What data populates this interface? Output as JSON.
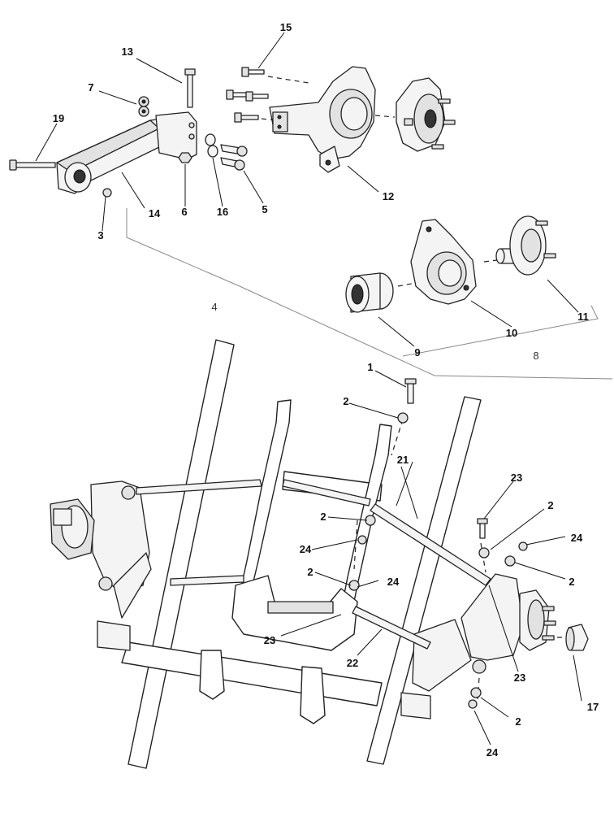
{
  "callouts": [
    {
      "id": "c1",
      "text": "1"
    },
    {
      "id": "c2a",
      "text": "2"
    },
    {
      "id": "c2b",
      "text": "2"
    },
    {
      "id": "c2c",
      "text": "2"
    },
    {
      "id": "c2d",
      "text": "2"
    },
    {
      "id": "c2e",
      "text": "2"
    },
    {
      "id": "c2f",
      "text": "2"
    },
    {
      "id": "c3",
      "text": "3"
    },
    {
      "id": "c4",
      "text": "4"
    },
    {
      "id": "c5",
      "text": "5"
    },
    {
      "id": "c6",
      "text": "6"
    },
    {
      "id": "c7",
      "text": "7"
    },
    {
      "id": "c8",
      "text": "8"
    },
    {
      "id": "c9",
      "text": "9"
    },
    {
      "id": "c10",
      "text": "10"
    },
    {
      "id": "c11",
      "text": "11"
    },
    {
      "id": "c12",
      "text": "12"
    },
    {
      "id": "c13",
      "text": "13"
    },
    {
      "id": "c14",
      "text": "14"
    },
    {
      "id": "c15",
      "text": "15"
    },
    {
      "id": "c16",
      "text": "16"
    },
    {
      "id": "c17",
      "text": "17"
    },
    {
      "id": "c19",
      "text": "19"
    },
    {
      "id": "c21",
      "text": "21"
    },
    {
      "id": "c22",
      "text": "22"
    },
    {
      "id": "c23a",
      "text": "23"
    },
    {
      "id": "c23b",
      "text": "23"
    },
    {
      "id": "c23c",
      "text": "23"
    },
    {
      "id": "c24a",
      "text": "24"
    },
    {
      "id": "c24b",
      "text": "24"
    },
    {
      "id": "c24c",
      "text": "24"
    },
    {
      "id": "c24d",
      "text": "24"
    }
  ]
}
